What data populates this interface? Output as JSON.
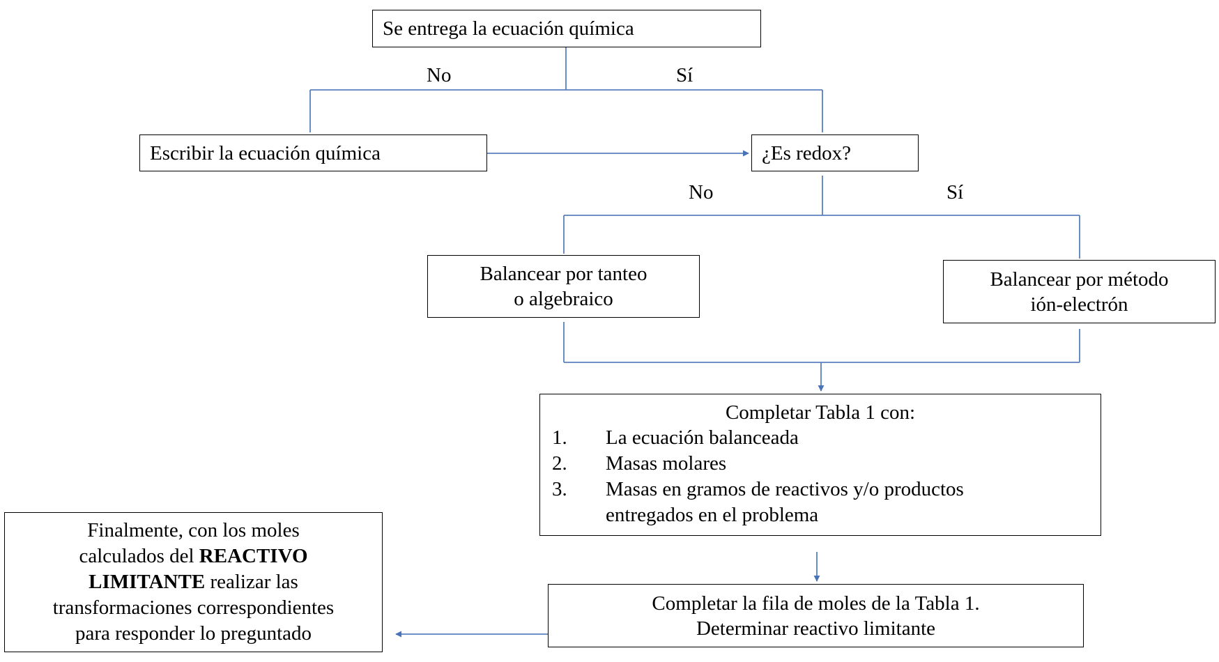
{
  "diagram": {
    "nodes": {
      "start": {
        "text": "Se entrega la ecuación química"
      },
      "write_equation": {
        "text": "Escribir la ecuación química"
      },
      "is_redox": {
        "text": "¿Es redox?"
      },
      "balance_trial": {
        "lines": [
          "Balancear por tanteo",
          "o algebraico"
        ]
      },
      "balance_ion": {
        "lines": [
          "Balancear por método",
          "ión-electrón"
        ]
      },
      "complete_table": {
        "title": "Completar Tabla 1 con:",
        "items": [
          {
            "number": "1.",
            "text": "La ecuación balanceada"
          },
          {
            "number": "2.",
            "text": "Masas molares"
          },
          {
            "number": "3.",
            "text": "Masas en gramos de reactivos y/o productos",
            "continuation": "entregados en el problema"
          }
        ]
      },
      "complete_moles": {
        "lines": [
          "Completar la fila de moles de la Tabla 1.",
          "Determinar reactivo limitante"
        ]
      },
      "final": {
        "line1": "Finalmente, con los moles",
        "line2_pre": "calculados del ",
        "line2_bold": "REACTIVO",
        "line3_bold": "LIMITANTE",
        "line3_post": " realizar las",
        "line4": "transformaciones correspondientes",
        "line5": "para responder lo preguntado"
      }
    },
    "branch_labels": {
      "first_no": "No",
      "first_yes": "Sí",
      "second_no": "No",
      "second_yes": "Sí"
    },
    "colors": {
      "box_border": "#000000",
      "connector": "#5A80BE",
      "text": "#000000"
    }
  }
}
